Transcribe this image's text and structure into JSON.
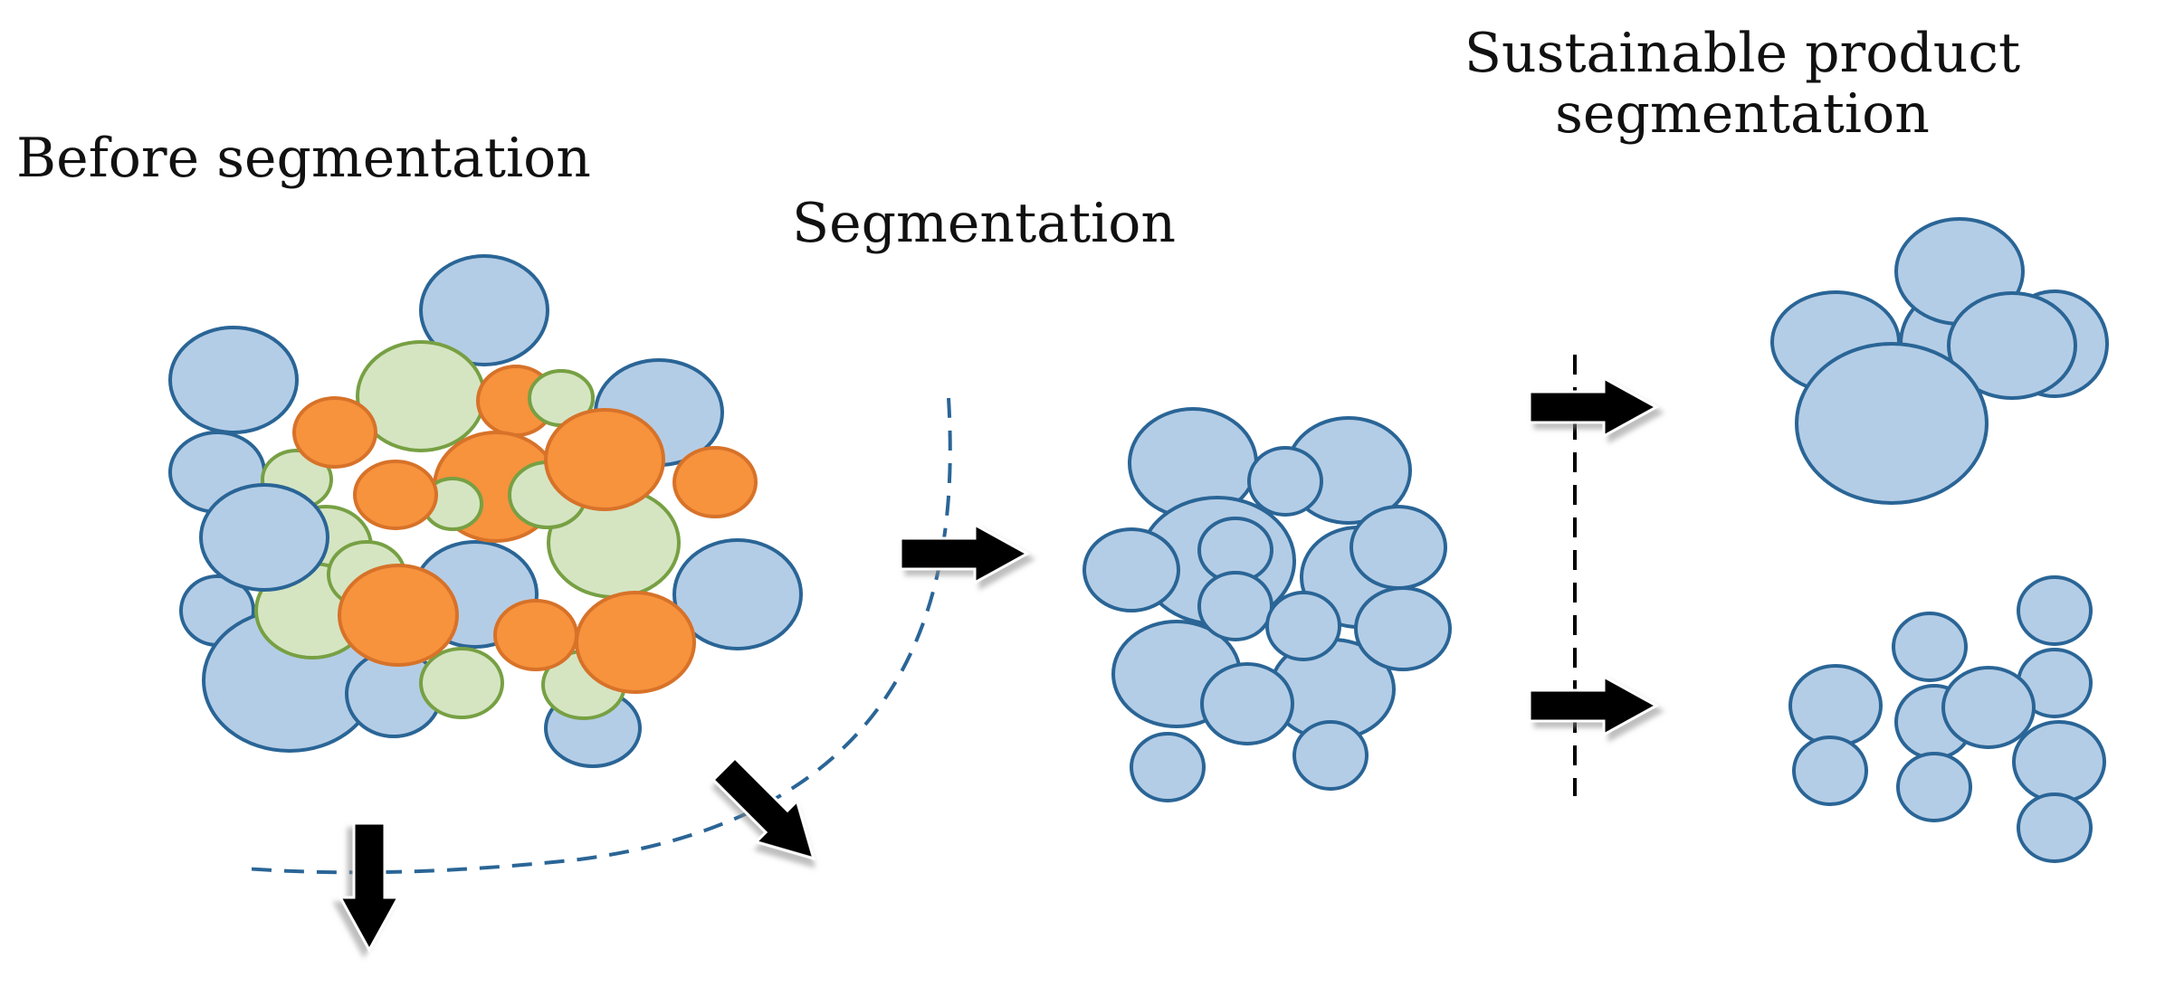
{
  "labels": {
    "before": "Before segmentation",
    "segmentation": "Segmentation",
    "sustainable_line1": "Sustainable product",
    "sustainable_line2": "segmentation"
  },
  "colors": {
    "blue_fill": "#b4cde6",
    "blue_stroke": "#2a6596",
    "green_fill": "#d5e5c2",
    "green_stroke": "#77a043",
    "orange_fill": "#f7923d",
    "orange_stroke": "#d77229",
    "arrow": "#000000",
    "dashed_curve": "#2a6596"
  }
}
